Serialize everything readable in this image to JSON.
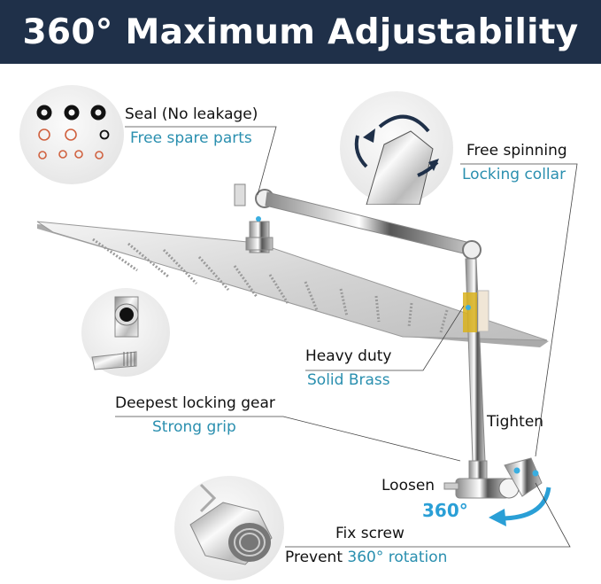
{
  "title": "360° Maximum Adjustability",
  "colors": {
    "banner_bg": "#1f3049",
    "accent_blue": "#2a8faf",
    "text": "#111111",
    "brass": "#d9b21c"
  },
  "callouts": {
    "seal": {
      "line1": "Seal (No leakage)",
      "line2": "Free spare parts"
    },
    "collar": {
      "line1": "Free spinning",
      "line2": "Locking collar"
    },
    "brass": {
      "line1": "Heavy duty",
      "line2": "Solid Brass"
    },
    "gear": {
      "line1": "Deepest locking gear",
      "line2": "Strong grip"
    },
    "tighten": {
      "label": "Tighten"
    },
    "loosen": {
      "label": "Loosen"
    },
    "rotation": {
      "label": "360°"
    },
    "screw": {
      "line1": "Fix screw",
      "line2_prefix": "Prevent ",
      "line2_highlight": "360° rotation"
    }
  },
  "icons": {
    "seal_kit": "o-ring-seals-image",
    "collar": "rotating-collar-image",
    "gear": "locking-gear-image",
    "nut": "threaded-nut-image",
    "showerhead": "square-rain-showerhead-image",
    "rotate_arrow": "rotate-arrow-icon"
  }
}
